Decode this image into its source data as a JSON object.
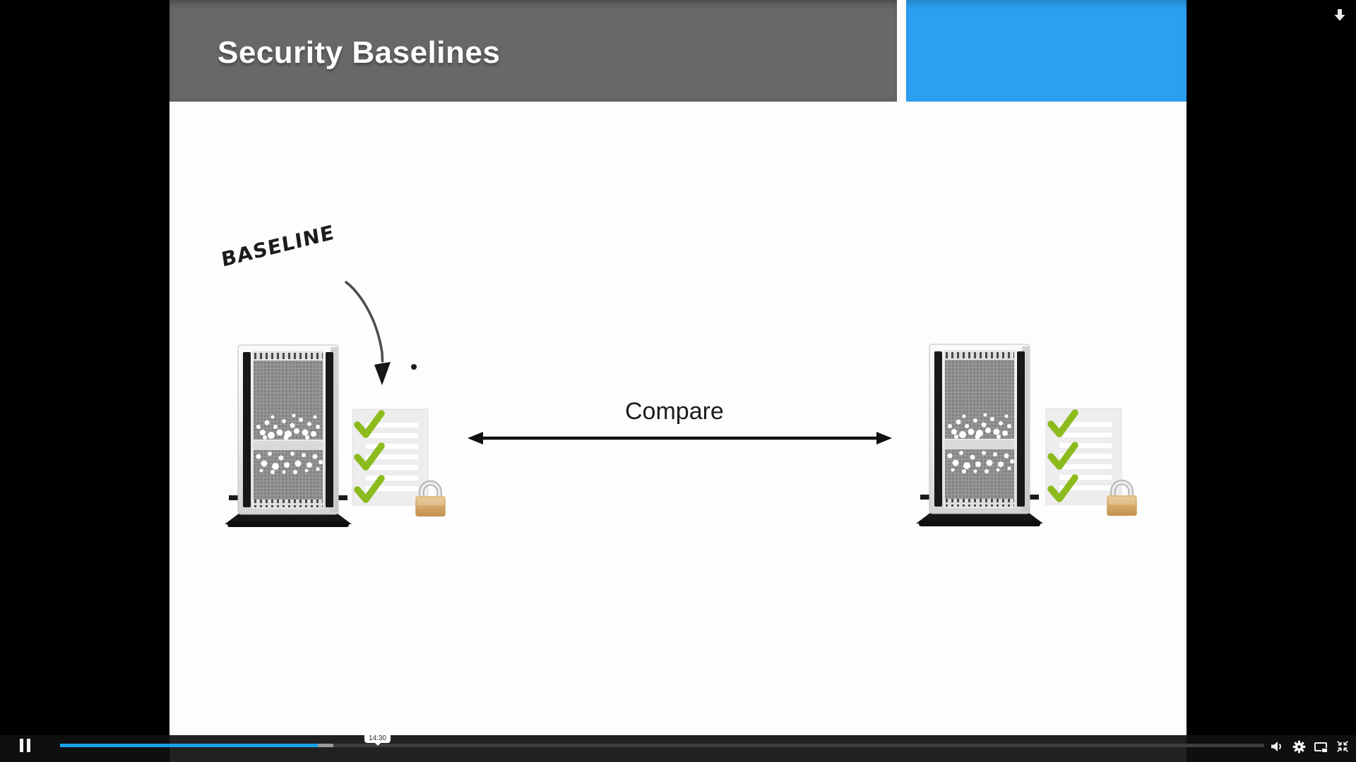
{
  "colors": {
    "page_bg": "#000000",
    "slide_bg": "#fdfdfd",
    "header_gray": "#696867",
    "header_blue": "#2b9ff0",
    "title_text": "#ffffff",
    "ink": "#1c1c1c",
    "check_green": "#8cbb1e",
    "lock_gold": "#d3a562",
    "progress_played": "#19a2e8",
    "progress_buffer": "#9a9a9a",
    "progress_track": "#3d3d3d",
    "controls_icon": "#f2f2f2"
  },
  "slide": {
    "title": "Security Baselines",
    "annotation": "BASELINE",
    "compare_label": "Compare"
  },
  "player": {
    "time_tooltip": "14:30",
    "progress": {
      "played_pct": 21.4,
      "buffer_pct": 22.7
    },
    "icons": [
      "pause-icon",
      "volume-icon",
      "settings-gear-icon",
      "picture-in-picture-icon",
      "exit-fullscreen-icon",
      "download-arrow-icon"
    ]
  }
}
